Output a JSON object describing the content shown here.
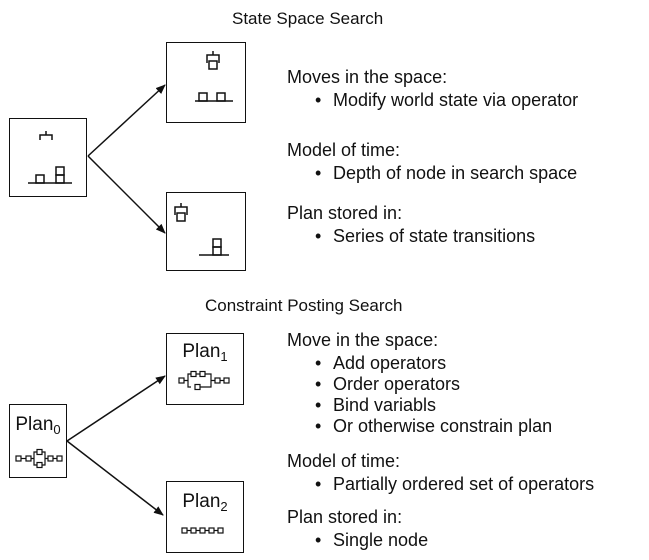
{
  "state_space": {
    "title": "State Space Search",
    "sections": [
      {
        "heading": "Moves in the space:",
        "bullets": [
          "Modify world state via operator"
        ]
      },
      {
        "heading": "Model of time:",
        "bullets": [
          "Depth of node in search space"
        ]
      },
      {
        "heading": "Plan stored in:",
        "bullets": [
          "Series of state transitions"
        ]
      }
    ]
  },
  "constraint_posting": {
    "title": "Constraint Posting Search",
    "plans": [
      {
        "name": "Plan",
        "sub": "0"
      },
      {
        "name": "Plan",
        "sub": "1"
      },
      {
        "name": "Plan",
        "sub": "2"
      }
    ],
    "sections": [
      {
        "heading": "Move in the space:",
        "bullets": [
          "Add operators",
          "Order operators",
          "Bind variabls",
          "Or otherwise constrain plan"
        ]
      },
      {
        "heading": "Model of time:",
        "bullets": [
          "Partially ordered set of operators"
        ]
      },
      {
        "heading": "Plan stored in:",
        "bullets": [
          "Single node"
        ]
      }
    ]
  }
}
